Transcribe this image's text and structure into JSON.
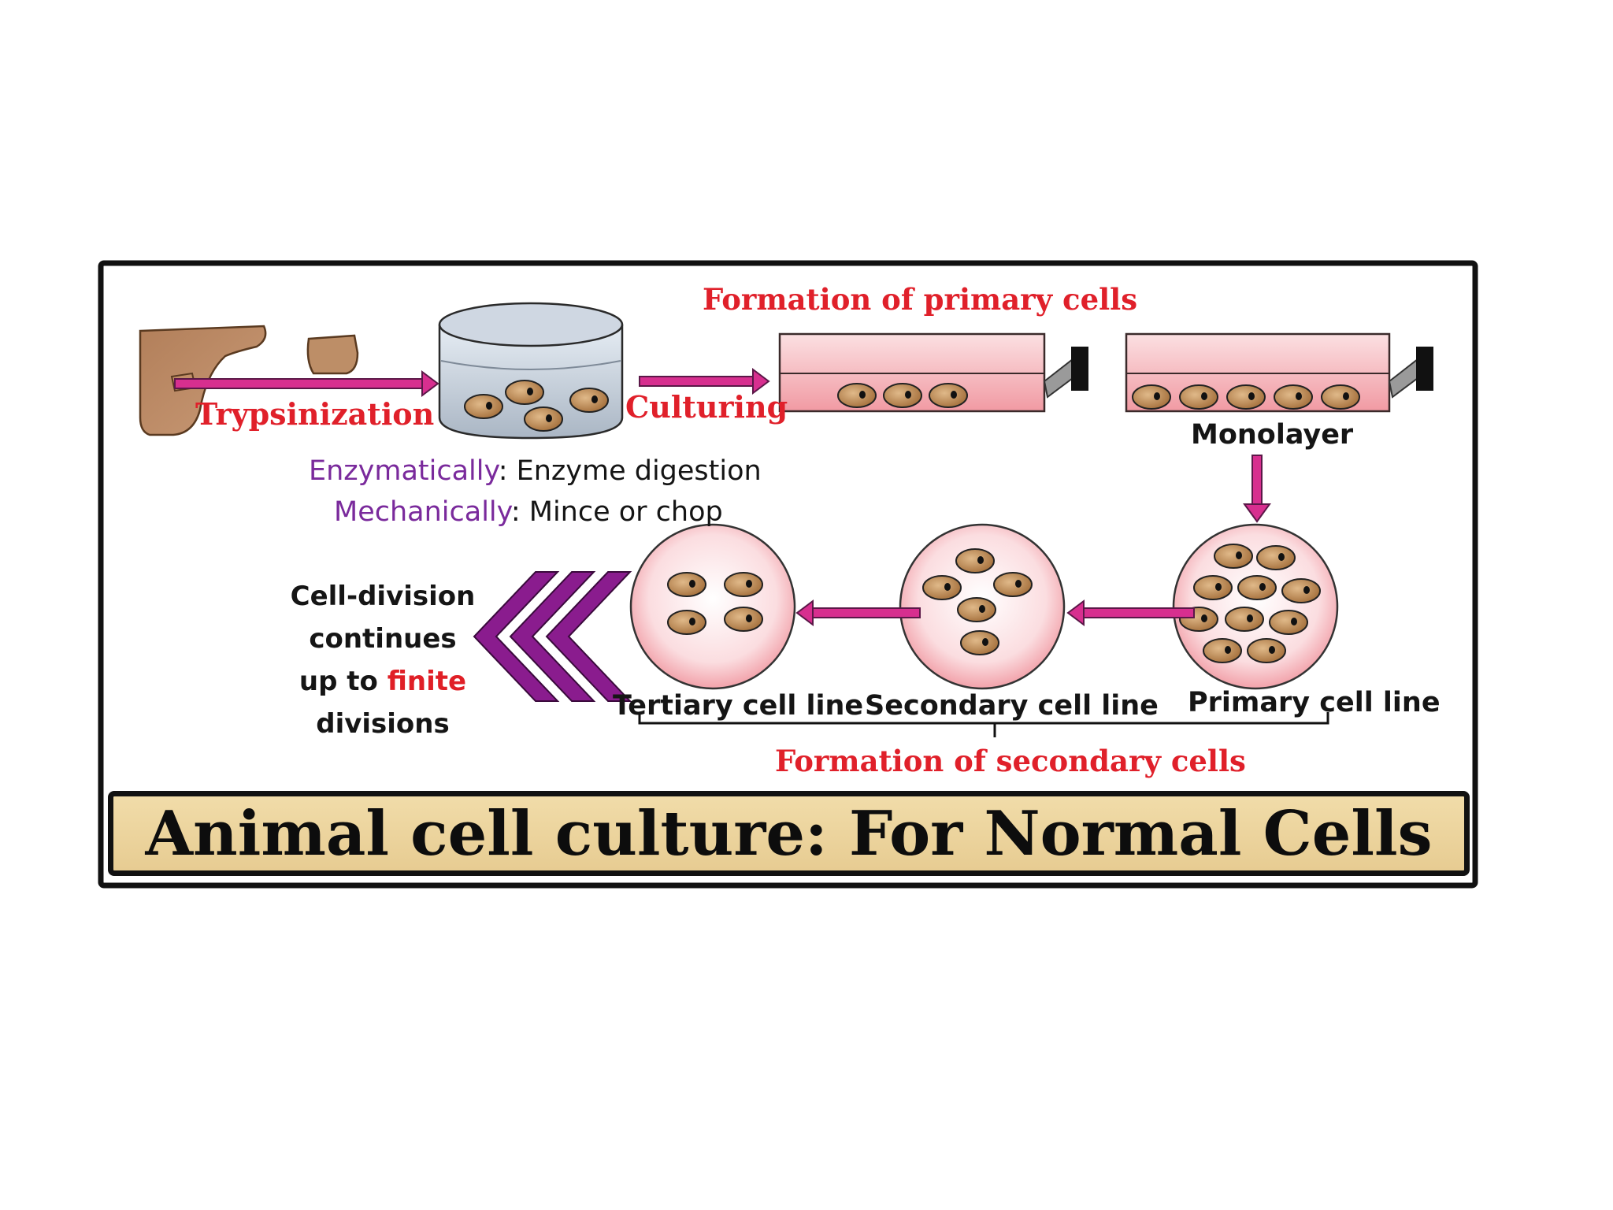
{
  "diagram": {
    "title": "Animal cell culture: For Normal Cells",
    "top_heading": "Formation of primary cells",
    "step_trypsinization": "Trypsinization",
    "step_culturing": "Culturing",
    "monolayer": "Monolayer",
    "methods": [
      {
        "name": "Enzymatically",
        "sep": ":",
        "detail": " Enzyme digestion"
      },
      {
        "name": "Mechanically",
        "sep": ":",
        "detail": " Mince or chop"
      }
    ],
    "cell_lines": {
      "primary": "Primary cell line",
      "secondary": "Secondary cell line",
      "tertiary": "Tertiary cell line"
    },
    "bottom_heading": "Formation of secondary cells",
    "note": {
      "line1": "Cell-division",
      "line2": "continues",
      "line3_prefix": "up to ",
      "line3_highlight": "finite",
      "line4": "divisions"
    },
    "colors": {
      "heading_red": "#e0202a",
      "method_purple": "#7a2a9c",
      "arrow_magenta": "#c21a8a",
      "chevron_purple": "#8a1c8e",
      "cell_brown": "#b98a56",
      "flask_pink": "#f6b7bd",
      "title_bar": "#ecd39c"
    }
  }
}
